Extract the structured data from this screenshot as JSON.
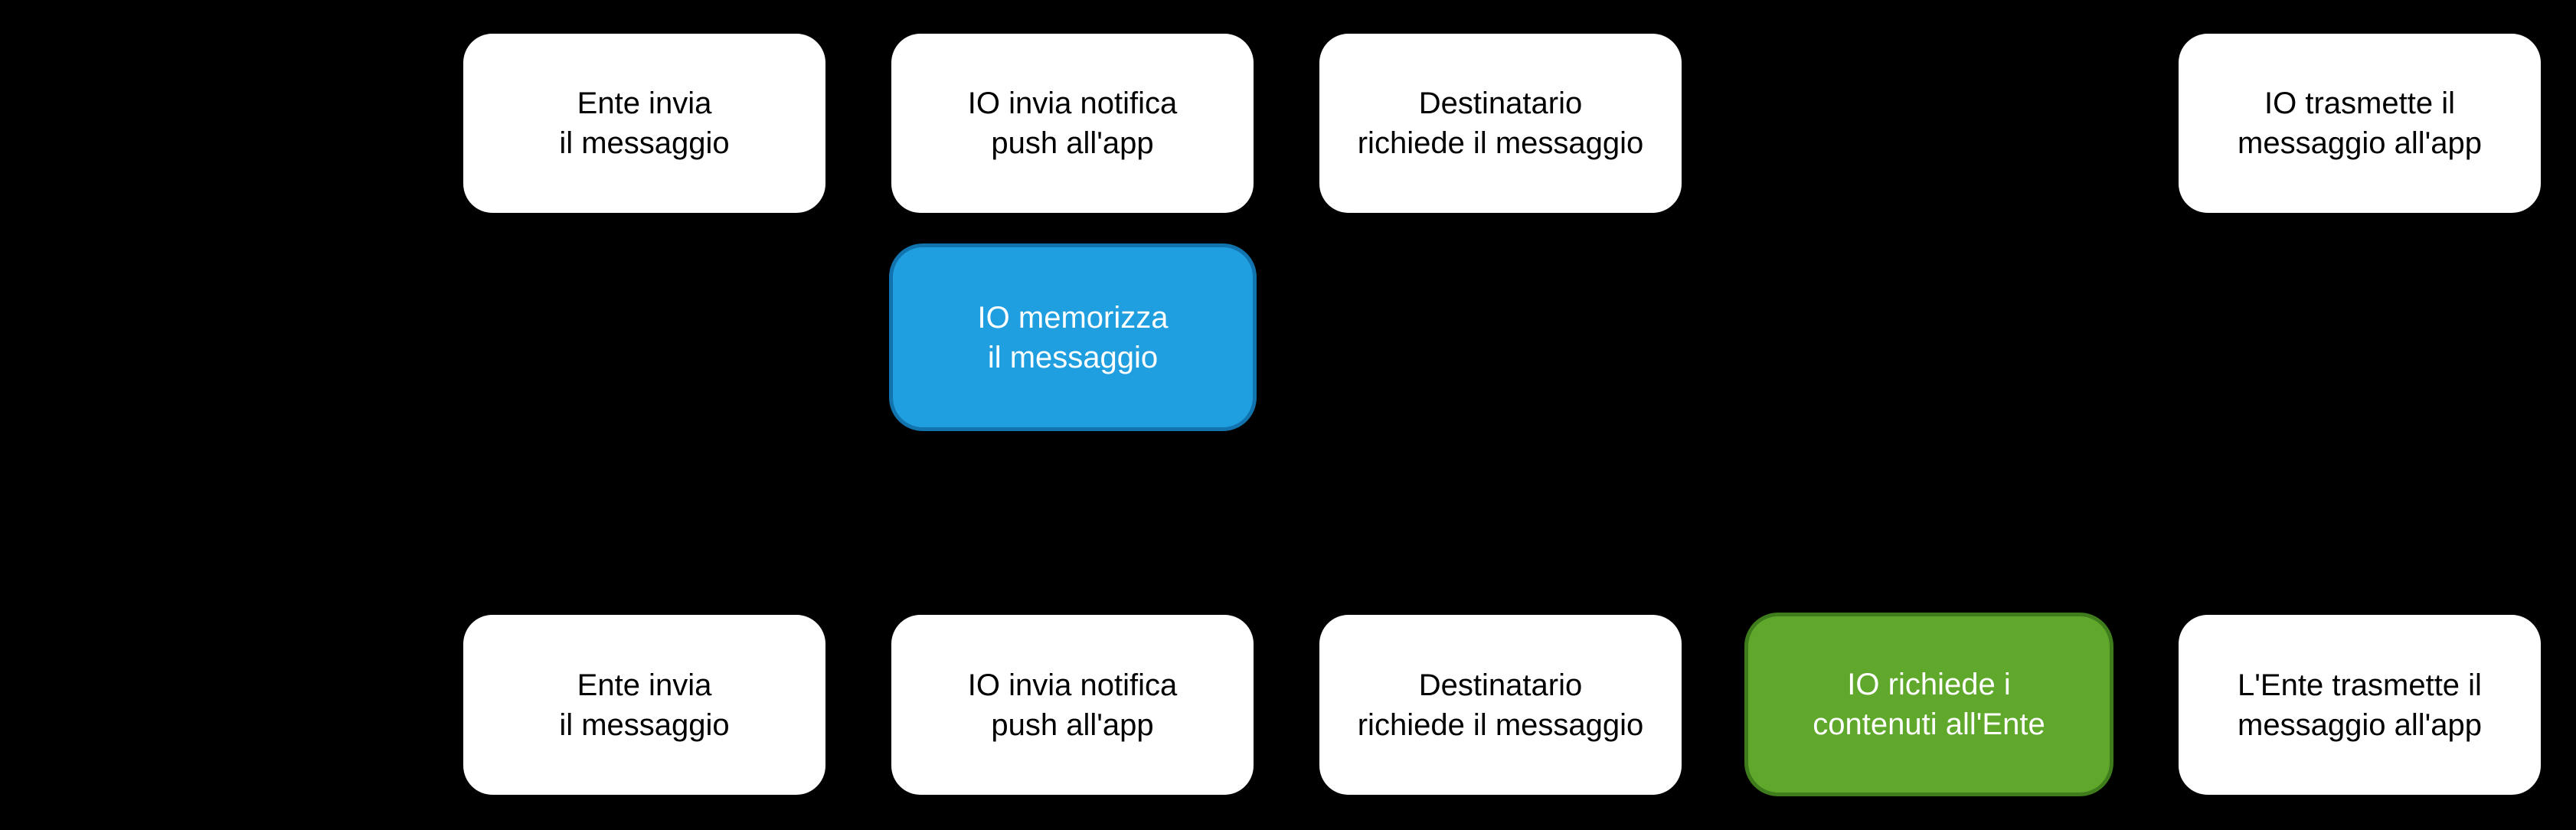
{
  "colors": {
    "background": "#000000",
    "box-fill": "#ffffff",
    "box-text": "#000000",
    "blue-fill": "#1f9fe0",
    "blue-border": "#1274ae",
    "green-fill": "#5fa82b",
    "green-border": "#3f7c1c",
    "highlight-text": "#ffffff"
  },
  "nodes": [
    {
      "id": "r1-ente-invia",
      "variant": "white",
      "lines": [
        "Ente invia",
        "il messaggio"
      ]
    },
    {
      "id": "r1-io-invia-notifica",
      "variant": "white",
      "lines": [
        "IO invia notifica",
        "push all'app"
      ]
    },
    {
      "id": "r1-destinatario-richiede",
      "variant": "white",
      "lines": [
        "Destinatario",
        "richiede il messaggio"
      ]
    },
    {
      "id": "r1-io-trasmette",
      "variant": "white",
      "lines": [
        "IO trasmette il",
        "messaggio all'app"
      ]
    },
    {
      "id": "io-memorizza",
      "variant": "blue",
      "lines": [
        "IO memorizza",
        "il messaggio"
      ]
    },
    {
      "id": "r2-ente-invia",
      "variant": "white",
      "lines": [
        "Ente invia",
        "il messaggio"
      ]
    },
    {
      "id": "r2-io-invia-notifica",
      "variant": "white",
      "lines": [
        "IO invia notifica",
        "push all'app"
      ]
    },
    {
      "id": "r2-destinatario-richiede",
      "variant": "white",
      "lines": [
        "Destinatario",
        "richiede il messaggio"
      ]
    },
    {
      "id": "io-richiede-contenuti",
      "variant": "green",
      "lines": [
        "IO richiede i",
        "contenuti all'Ente"
      ]
    },
    {
      "id": "r2-ente-trasmette",
      "variant": "white",
      "lines": [
        "L'Ente trasmette il",
        "messaggio all'app"
      ]
    }
  ]
}
